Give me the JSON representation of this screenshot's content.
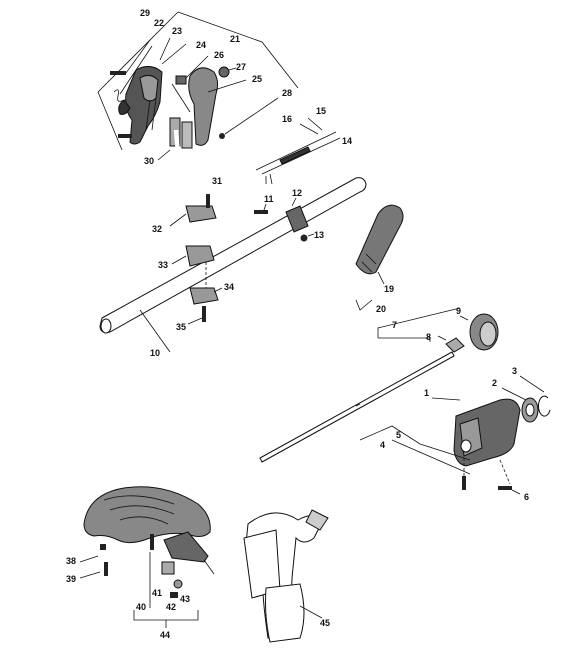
{
  "labels": {
    "l29": "29",
    "l22": "22",
    "l23": "23",
    "l24": "24",
    "l21": "21",
    "l26": "26",
    "l27": "27",
    "l25": "25",
    "l28": "28",
    "l30": "30",
    "l15": "15",
    "l16": "16",
    "l14": "14",
    "l31": "31",
    "l12": "12",
    "l11": "11",
    "l32": "32",
    "l13": "13",
    "l33": "33",
    "l19": "19",
    "l34": "34",
    "l20": "20",
    "l35": "35",
    "l10": "10",
    "l9": "9",
    "l7": "7",
    "l8": "8",
    "l3": "3",
    "l2": "2",
    "l1": "1",
    "l5": "5",
    "l4": "4",
    "l6": "6",
    "l38": "38",
    "l39": "39",
    "l41": "41",
    "l42": "42",
    "l43": "43",
    "l40": "40",
    "l44": "44",
    "l45": "45"
  }
}
